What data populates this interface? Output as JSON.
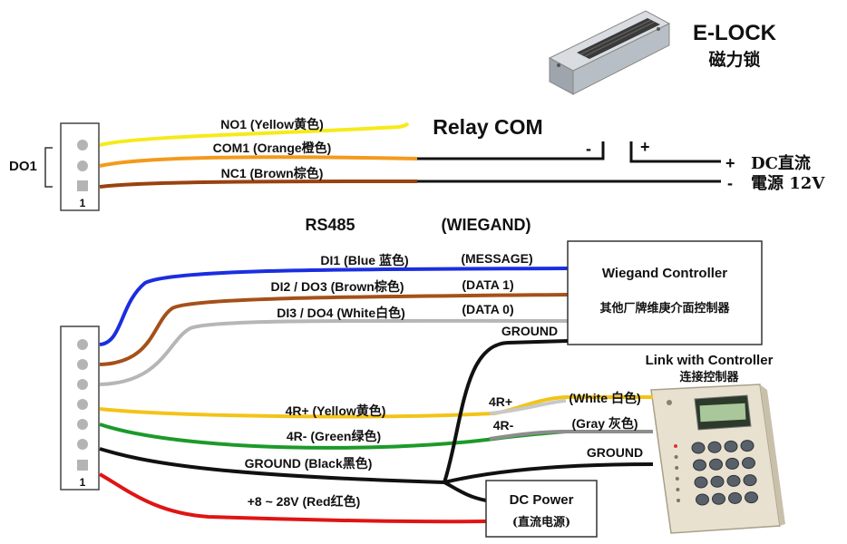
{
  "elock": {
    "title": "E-LOCK",
    "subtitle": "磁力锁"
  },
  "relay_com": "Relay COM",
  "do1": {
    "label": "DO1",
    "pin": "1"
  },
  "relay_wires": [
    {
      "label": "NO1 (Yellow黄色)",
      "color": "#f6ea1a"
    },
    {
      "label": "COM1 (Orange橙色)",
      "color": "#f39a1c"
    },
    {
      "label": "NC1 (Brown棕色)",
      "color": "#99420f"
    }
  ],
  "relay_minus": "-",
  "relay_plus": "+",
  "dc_supply": {
    "plus_sign": "+",
    "plus_text": "DC直流",
    "minus_sign": "-",
    "minus_text": "電源 12V"
  },
  "rs485": "RS485",
  "wiegand": "(WIEGAND)",
  "di_wires": [
    {
      "label": "DI1 (Blue 蓝色)",
      "signal": "(MESSAGE)",
      "color": "#1a2ee0"
    },
    {
      "label": "DI2 / DO3 (Brown棕色)",
      "signal": "(DATA 1)",
      "color": "#a5501a"
    },
    {
      "label": "DI3 / DO4 (White白色)",
      "signal": "(DATA 0)",
      "color": "#b6b6b6"
    }
  ],
  "wiegand_controller": {
    "title": "Wiegand Controller",
    "subtitle": "其他厂牌维庚介面控制器"
  },
  "ground_top": "GROUND",
  "main_connector": {
    "pin": "1"
  },
  "link": {
    "title": "Link with Controller",
    "subtitle": "连接控制器"
  },
  "lower_wires": [
    {
      "label": "4R+ (Yellow黄色)",
      "tag": "4R+",
      "end_label": "(White 白色)",
      "color": "#f3c318",
      "end_color": "#c8c8c8"
    },
    {
      "label": "4R- (Green绿色)",
      "tag": "4R-",
      "end_label": "(Gray 灰色)",
      "color": "#1d9a2a",
      "end_color": "#8d8d8d"
    },
    {
      "label": "GROUND (Black黑色)",
      "end_label": "GROUND",
      "color": "#111111"
    },
    {
      "label": "+8 ~ 28V (Red红色)",
      "color": "#e01414"
    }
  ],
  "dc_power": {
    "title": "DC Power",
    "subtitle": "(直流电源)"
  }
}
